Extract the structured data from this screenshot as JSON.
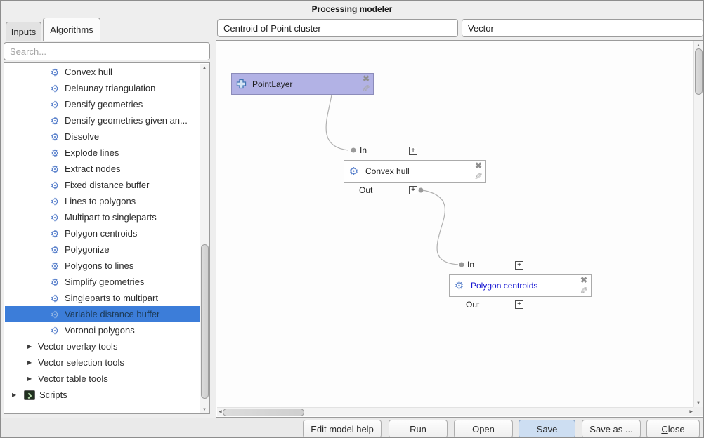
{
  "window": {
    "title": "Processing modeler"
  },
  "tabs": {
    "inputs": "Inputs",
    "algorithms": "Algorithms"
  },
  "search": {
    "placeholder": "Search..."
  },
  "fields": {
    "model_name": "Centroid of Point cluster",
    "model_group": "Vector"
  },
  "list": {
    "items": [
      "Convex hull",
      "Delaunay triangulation",
      "Densify geometries",
      "Densify geometries given an...",
      "Dissolve",
      "Explode lines",
      "Extract nodes",
      "Fixed distance buffer",
      "Lines to polygons",
      "Multipart to singleparts",
      "Polygon centroids",
      "Polygonize",
      "Polygons to lines",
      "Simplify geometries",
      "Singleparts to multipart",
      "Variable distance buffer",
      "Voronoi polygons"
    ],
    "selected_item": "Variable distance buffer",
    "groups": [
      "Vector overlay tools",
      "Vector selection tools",
      "Vector table tools"
    ],
    "scripts": "Scripts"
  },
  "canvas": {
    "input_node": {
      "label": "PointLayer"
    },
    "alg1": {
      "label": "Convex hull",
      "in": "In",
      "out": "Out"
    },
    "alg2": {
      "label": "Polygon centroids",
      "in": "In",
      "out": "Out"
    }
  },
  "buttons": {
    "edit_help": "Edit model help",
    "run": "Run",
    "open": "Open",
    "save": "Save",
    "save_as": "Save as ...",
    "close_accel": "C",
    "close_rest": "lose"
  },
  "icons": {
    "gear": "⚙",
    "delete_x": "✖",
    "pencil": "✎",
    "branch_collapsed": "▶",
    "expander_plus": "+",
    "scroll_up": "▲",
    "scroll_down": "▼",
    "scroll_left": "◀",
    "scroll_right": "▶"
  },
  "colors": {
    "selection_blue": "#3c7dd9",
    "input_node_fill": "#b2b2e5",
    "algorithm_link_text": "#1515d1",
    "save_button_highlight": "#cddef2",
    "canvas_background": "#fdfdfd"
  }
}
